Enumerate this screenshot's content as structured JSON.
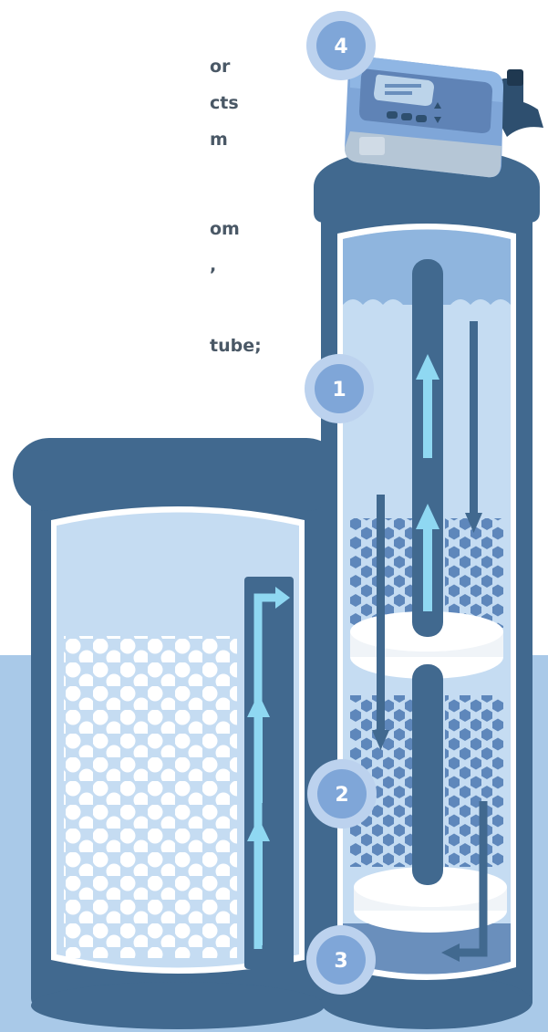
{
  "intro_text": {
    "line1": "or",
    "line2": "cts",
    "line3": "m",
    "line4": "om",
    "line5": ",",
    "line6": "tube;"
  },
  "markers": [
    "1",
    "2",
    "3",
    "4"
  ],
  "colors": {
    "tank_dark": "#41698f",
    "water_light": "#c5dcf2",
    "water_mid": "#8fb5de",
    "arrow_light": "#8fd8f2",
    "bottom_band": "#a9c9e8",
    "marker_fill": "#7fa6d8",
    "marker_ring": "#bcd2ee",
    "text": "#4a5866"
  }
}
